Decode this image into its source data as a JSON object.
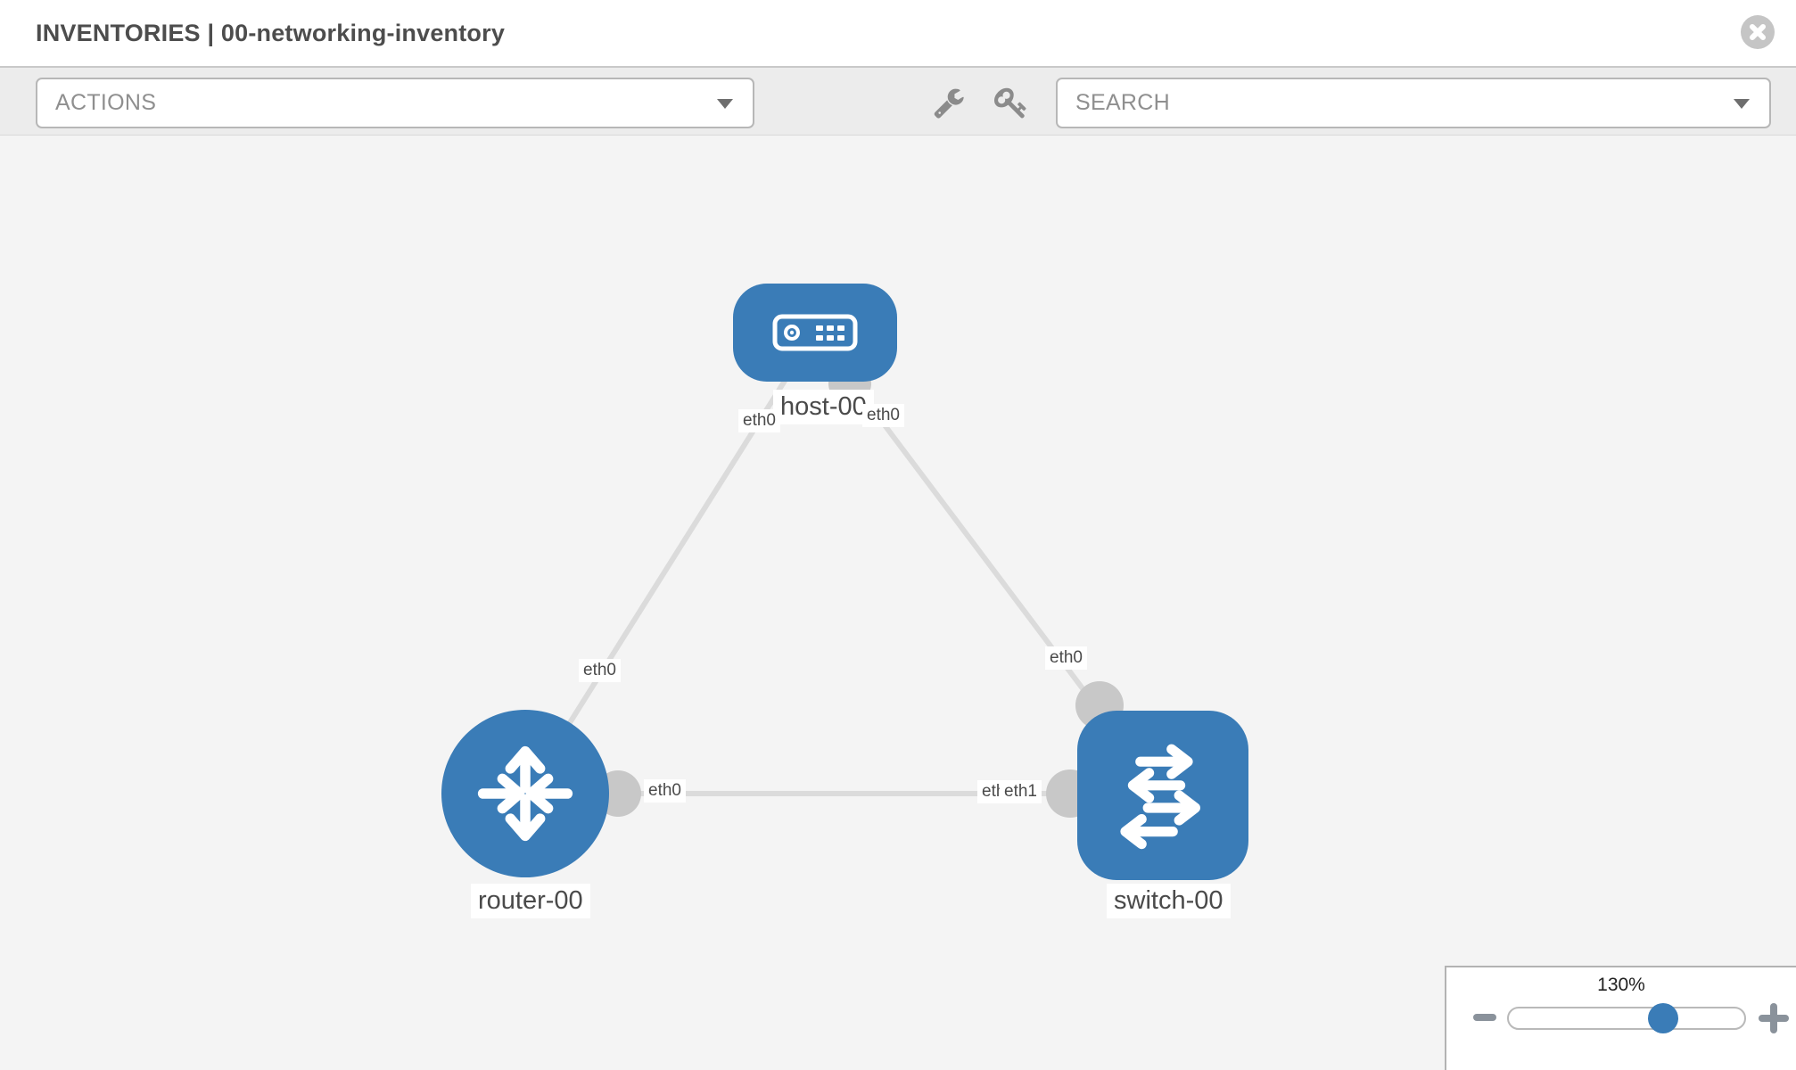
{
  "header": {
    "title": "INVENTORIES | 00-networking-inventory"
  },
  "toolbar": {
    "actions_placeholder": "ACTIONS",
    "search_placeholder": "SEARCH",
    "tool_icons": [
      "wrench-icon",
      "key-icon"
    ]
  },
  "topology": {
    "nodes": [
      {
        "id": "host-00",
        "type": "host",
        "label": "host-00",
        "icon": "server-icon"
      },
      {
        "id": "router-00",
        "type": "router",
        "label": "router-00",
        "icon": "router-arrows-icon"
      },
      {
        "id": "switch-00",
        "type": "switch",
        "label": "switch-00",
        "icon": "switch-arrows-icon"
      }
    ],
    "links": [
      {
        "from": "host-00",
        "to": "router-00",
        "from_interface": "eth0",
        "to_interface": "eth0"
      },
      {
        "from": "host-00",
        "to": "switch-00",
        "from_interface": "eth0",
        "to_interface": "eth0"
      },
      {
        "from": "router-00",
        "to": "switch-00",
        "from_interface": "eth0",
        "to_interface": "eth1"
      }
    ],
    "interface_labels": {
      "host_to_router_at_host": "eth0",
      "host_to_router_at_router": "eth0",
      "host_to_switch_at_host": "eth0",
      "host_to_switch_at_switch": "eth0",
      "router_to_switch_at_router": "eth0",
      "router_to_switch_at_switch_under": "eth0",
      "router_to_switch_at_switch_over": "eth1"
    }
  },
  "zoom_panel": {
    "value": "130%",
    "minus_icon": "minus-icon",
    "plus_icon": "plus-icon"
  },
  "icons": {
    "close": "circle-x-icon",
    "dropdown_caret": "caret-down-icon"
  },
  "colors": {
    "node_blue": "#3a7cb7",
    "link_gray": "#dbdbdb",
    "endpoint_gray": "#c8c8c8",
    "toolbar_icon_gray": "#8b8b8b"
  }
}
